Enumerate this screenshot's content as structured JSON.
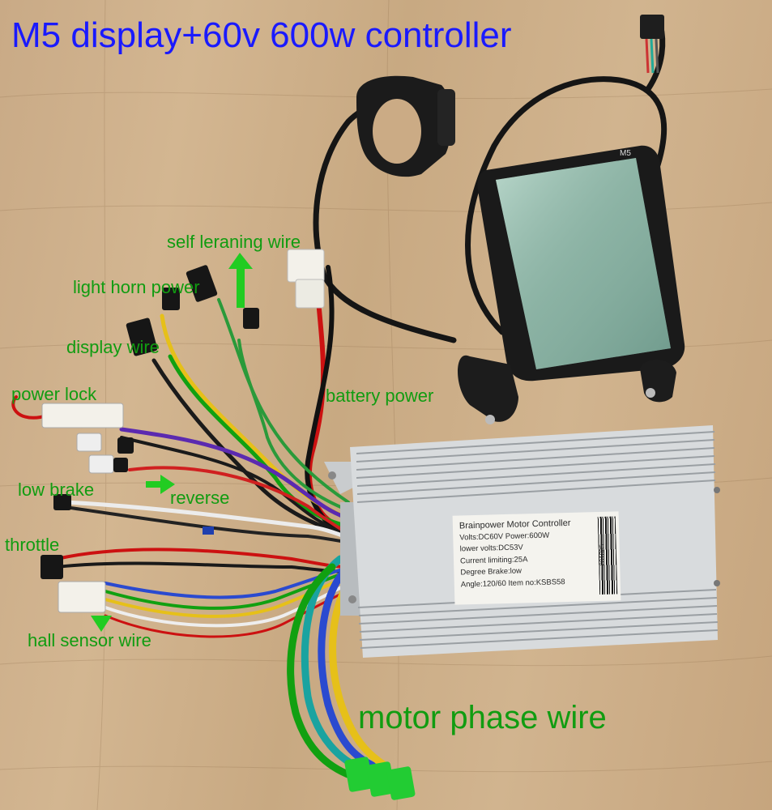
{
  "title": "M5 display+60v 600w controller",
  "labels": {
    "self_learning_wire": "self leraning wire",
    "light_horn_power": "light horn power",
    "display_wire": "display wire",
    "power_lock": "power lock",
    "battery_power": "battery power",
    "low_brake": "low brake",
    "reverse": "reverse",
    "throttle": "throttle",
    "hall_sensor_wire": "hall sensor wire",
    "motor_phase_wire": "motor phase wire"
  },
  "display_brand": "M5",
  "controller_label": {
    "heading": "Brainpower Motor Controller",
    "line1": "Volts:DC60V      Power:600W",
    "line2": "lower volts:DC53V",
    "line3": "Current limiting:25A",
    "line4": "Degree Brake:low",
    "line5": "Angle:120/60  Item no:KSBS58",
    "barcode_number": "201805"
  },
  "colors": {
    "title": "#1a1aff",
    "annotation": "#119c11",
    "arrow": "#22cc22"
  }
}
